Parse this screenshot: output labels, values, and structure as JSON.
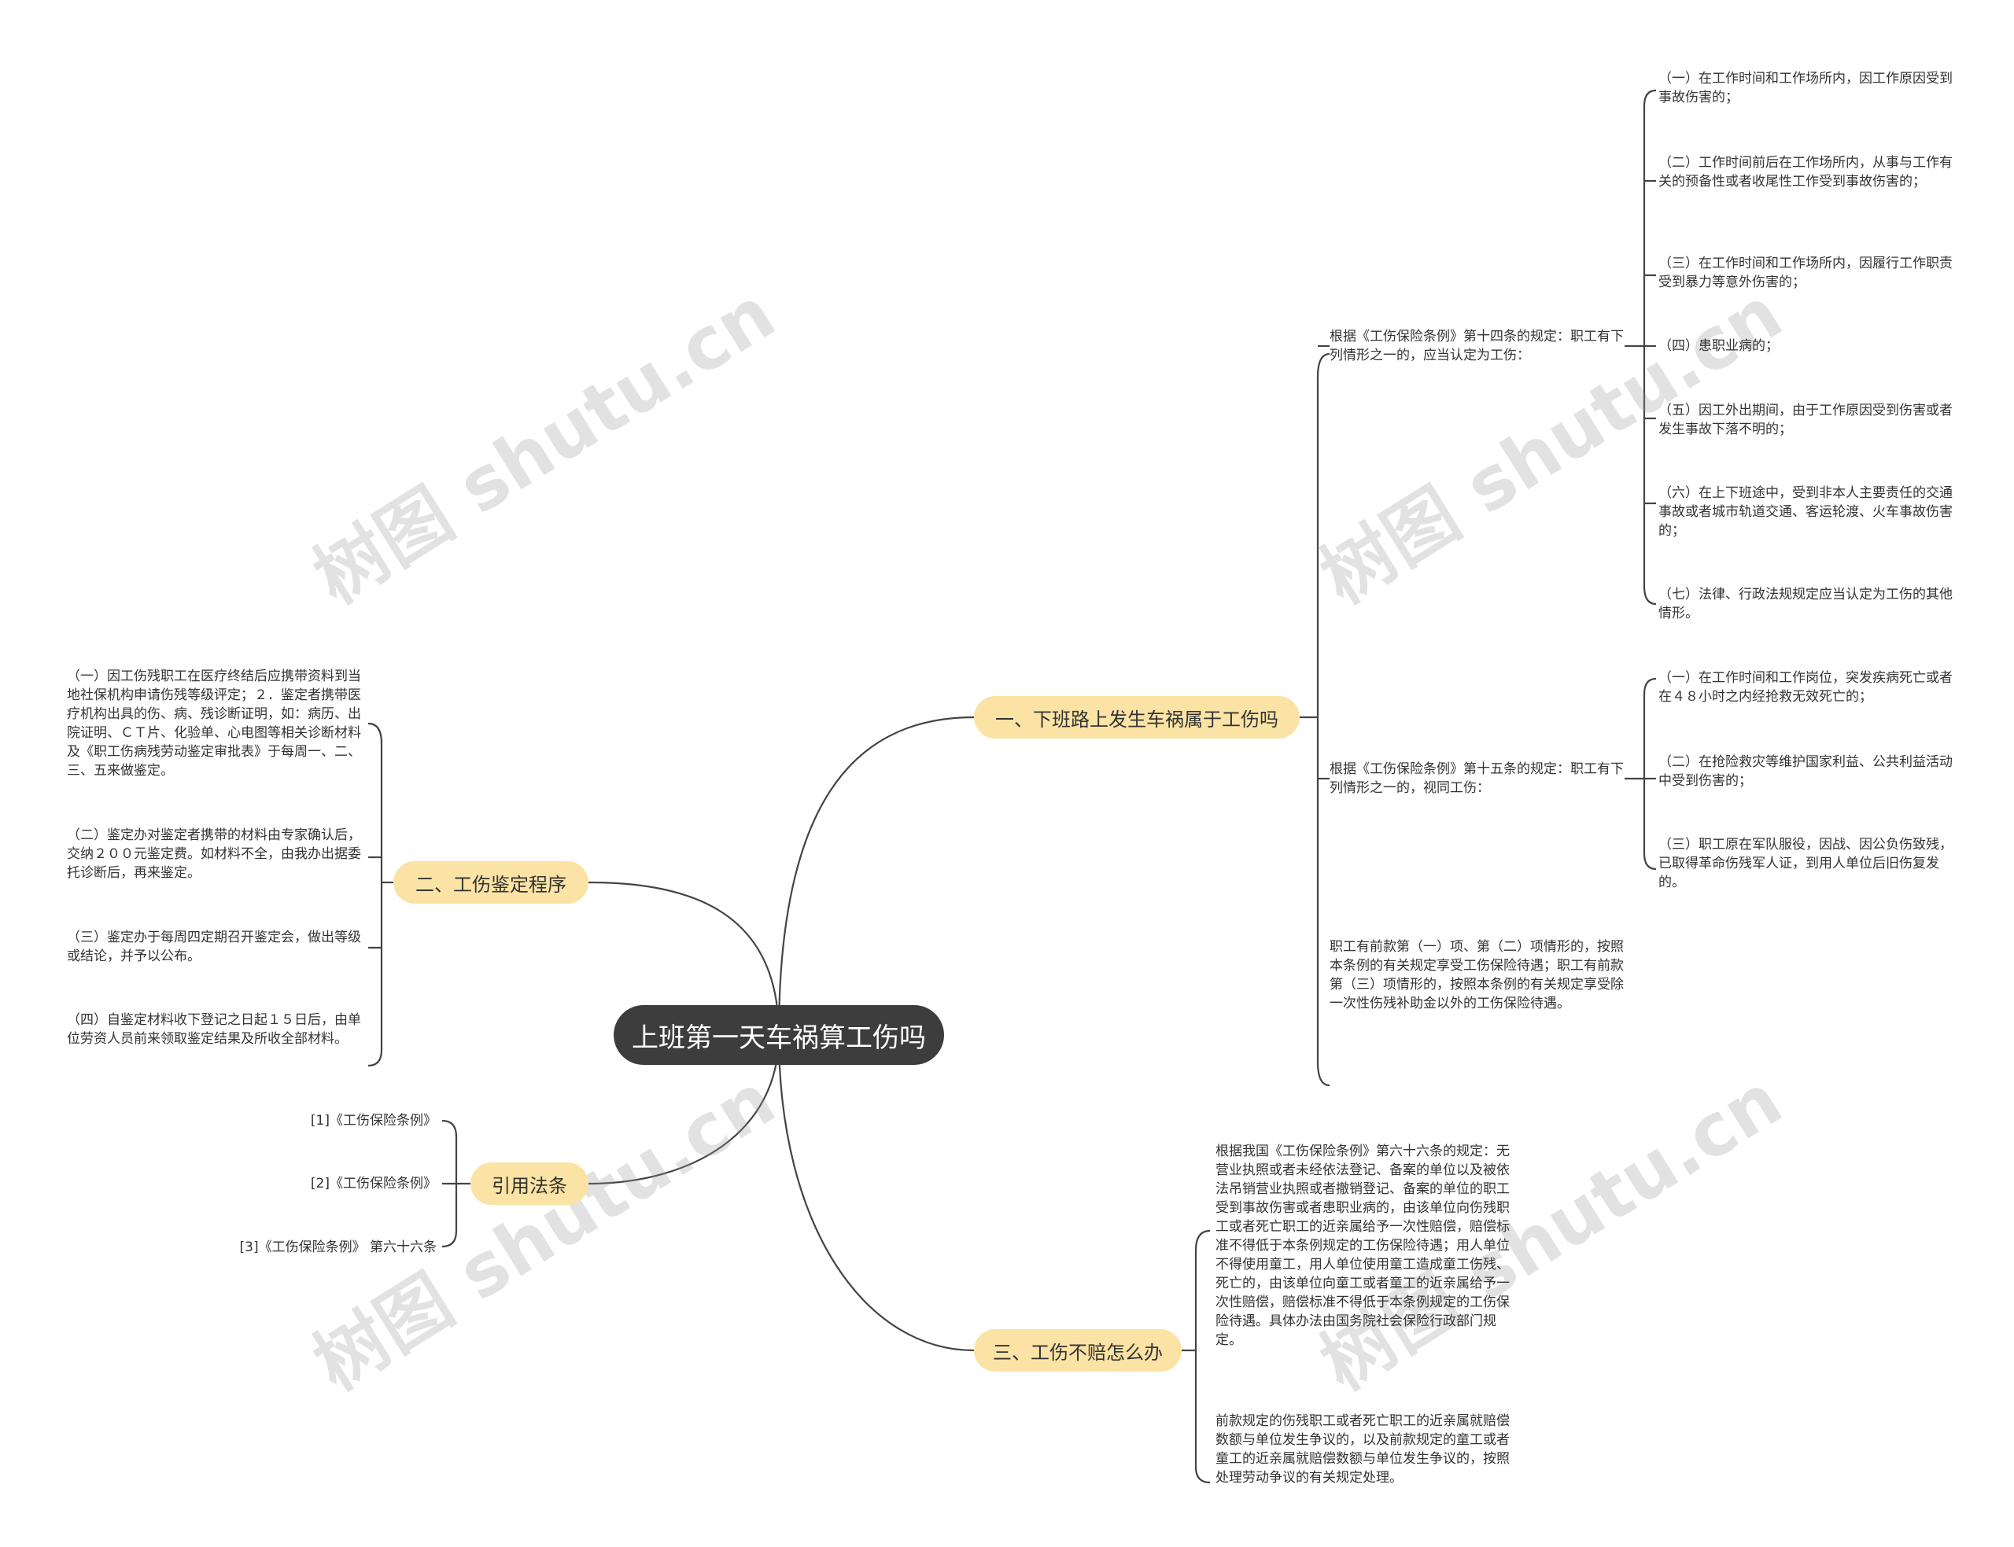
{
  "root": "上班第一天车祸算工伤吗",
  "branches": {
    "b1": "一、下班路上发生车祸属于工伤吗",
    "b2": "二、工伤鉴定程序",
    "b3": "引用法条",
    "b4": "三、工伤不赔怎么办"
  },
  "b1_children": {
    "c1": "根据《工伤保险条例》第十四条的规定：职工有下列情形之一的，应当认定为工伤：",
    "c2": "根据《工伤保险条例》第十五条的规定：职工有下列情形之一的，视同工伤：",
    "c3": "职工有前款第（一）项、第（二）项情形的，按照本条例的有关规定享受工伤保险待遇；职工有前款第（三）项情形的，按照本条例的有关规定享受除一次性伤残补助金以外的工伤保险待遇。"
  },
  "c1_items": [
    "（一）在工作时间和工作场所内，因工作原因受到事故伤害的；",
    "（二）工作时间前后在工作场所内，从事与工作有关的预备性或者收尾性工作受到事故伤害的；",
    "（三）在工作时间和工作场所内，因履行工作职责受到暴力等意外伤害的；",
    "（四）患职业病的；",
    "（五）因工外出期间，由于工作原因受到伤害或者发生事故下落不明的；",
    "（六）在上下班途中，受到非本人主要责任的交通事故或者城市轨道交通、客运轮渡、火车事故伤害的；",
    "（七）法律、行政法规规定应当认定为工伤的其他情形。"
  ],
  "c2_items": [
    "（一）在工作时间和工作岗位，突发疾病死亡或者在４８小时之内经抢救无效死亡的；",
    "（二）在抢险救灾等维护国家利益、公共利益活动中受到伤害的；",
    "（三）职工原在军队服役，因战、因公负伤致残，已取得革命伤残军人证，到用人单位后旧伤复发的。"
  ],
  "b2_items": [
    "（一）因工伤残职工在医疗终结后应携带资料到当地社保机构申请伤残等级评定；２．鉴定者携带医疗机构出具的伤、病、残诊断证明，如：病历、出院证明、ＣＴ片、化验单、心电图等相关诊断材料及《职工伤病残劳动鉴定审批表》于每周一、二、三、五来做鉴定。",
    "（二）鉴定办对鉴定者携带的材料由专家确认后，交纳２００元鉴定费。如材料不全，由我办出据委托诊断后，再来鉴定。",
    "（三）鉴定办于每周四定期召开鉴定会，做出等级或结论，并予以公布。",
    "（四）自鉴定材料收下登记之日起１５日后，由单位劳资人员前来领取鉴定结果及所收全部材料。"
  ],
  "b3_items": [
    "[1]《工伤保险条例》",
    "[2]《工伤保险条例》",
    "[3]《工伤保险条例》 第六十六条"
  ],
  "b4_items": [
    "根据我国《工伤保险条例》第六十六条的规定：无营业执照或者未经依法登记、备案的单位以及被依法吊销营业执照或者撤销登记、备案的单位的职工受到事故伤害或者患职业病的，由该单位向伤残职工或者死亡职工的近亲属给予一次性赔偿，赔偿标准不得低于本条例规定的工伤保险待遇；用人单位不得使用童工，用人单位使用童工造成童工伤残、死亡的，由该单位向童工或者童工的近亲属给予一次性赔偿，赔偿标准不得低于本条例规定的工伤保险待遇。具体办法由国务院社会保险行政部门规定。",
    "前款规定的伤残职工或者死亡职工的近亲属就赔偿数额与单位发生争议的，以及前款规定的童工或者童工的近亲属就赔偿数额与单位发生争议的，按照处理劳动争议的有关规定处理。"
  ],
  "watermark": "树图 shutu.cn",
  "colors": {
    "root_bg": "#3d3d3d",
    "branch_bg": "#fbe3a5",
    "line": "#444444"
  }
}
